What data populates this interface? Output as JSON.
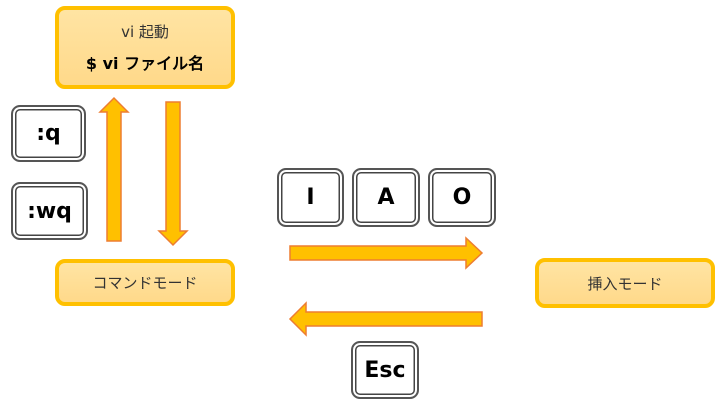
{
  "start_box": {
    "title": "vi 起動",
    "command": "$ vi ファイル名"
  },
  "command_mode": {
    "label": "コマンドモード"
  },
  "insert_mode": {
    "label": "挿入モード"
  },
  "quit_keys": [
    ":q",
    ":wq"
  ],
  "insert_keys": [
    "I",
    "A",
    "O"
  ],
  "escape_key": "Esc",
  "colors": {
    "box_border": "#FFC000",
    "box_fill": "#FFDC92",
    "arrow_fill": "#FFC000",
    "arrow_stroke": "#ED7D31"
  }
}
